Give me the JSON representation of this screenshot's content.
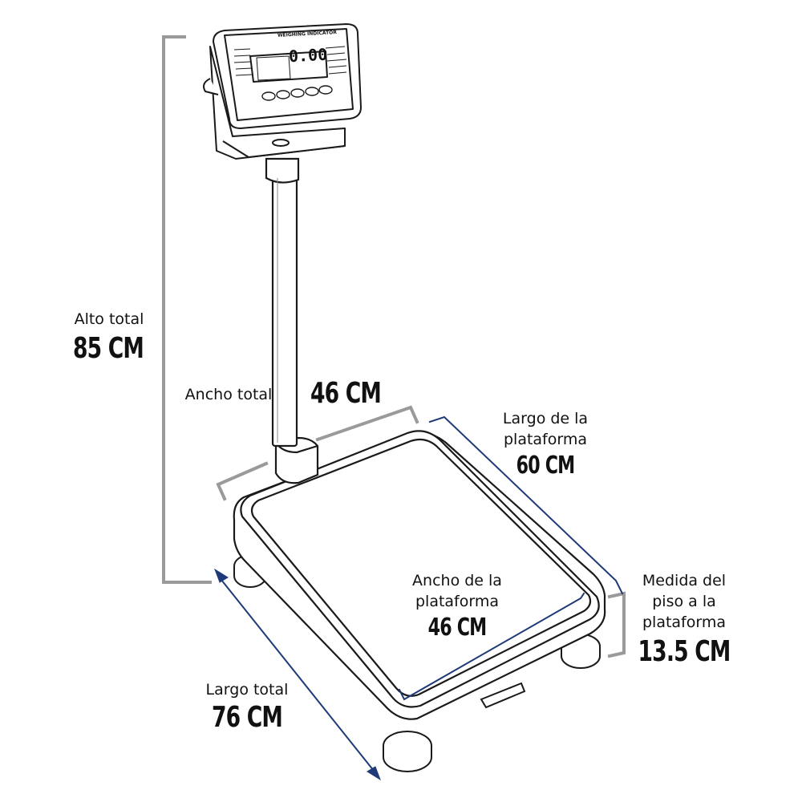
{
  "labels": {
    "alto_total": {
      "caption": "Alto total",
      "value": "85 CM"
    },
    "ancho_total": {
      "caption": "Ancho total",
      "value": "46 CM"
    },
    "largo_plataforma": {
      "caption_line1": "Largo de la",
      "caption_line2": "plataforma",
      "value": "60 CM"
    },
    "ancho_plataforma": {
      "caption_line1": "Ancho de la",
      "caption_line2": "plataforma",
      "value": "46 CM"
    },
    "medida_piso": {
      "caption_line1": "Medida del",
      "caption_line2": "piso a la",
      "caption_line3": "plataforma",
      "value": "13.5 CM"
    },
    "largo_total": {
      "caption": "Largo total",
      "value": "76 CM"
    }
  },
  "display": {
    "reading": "0.00",
    "brand": "WEIGHING INDICATOR"
  },
  "colors": {
    "gray_dimension": "#9a9a9a",
    "blue_dimension": "#1f3a78",
    "outline": "#1a1a1a",
    "text": "#111111"
  }
}
